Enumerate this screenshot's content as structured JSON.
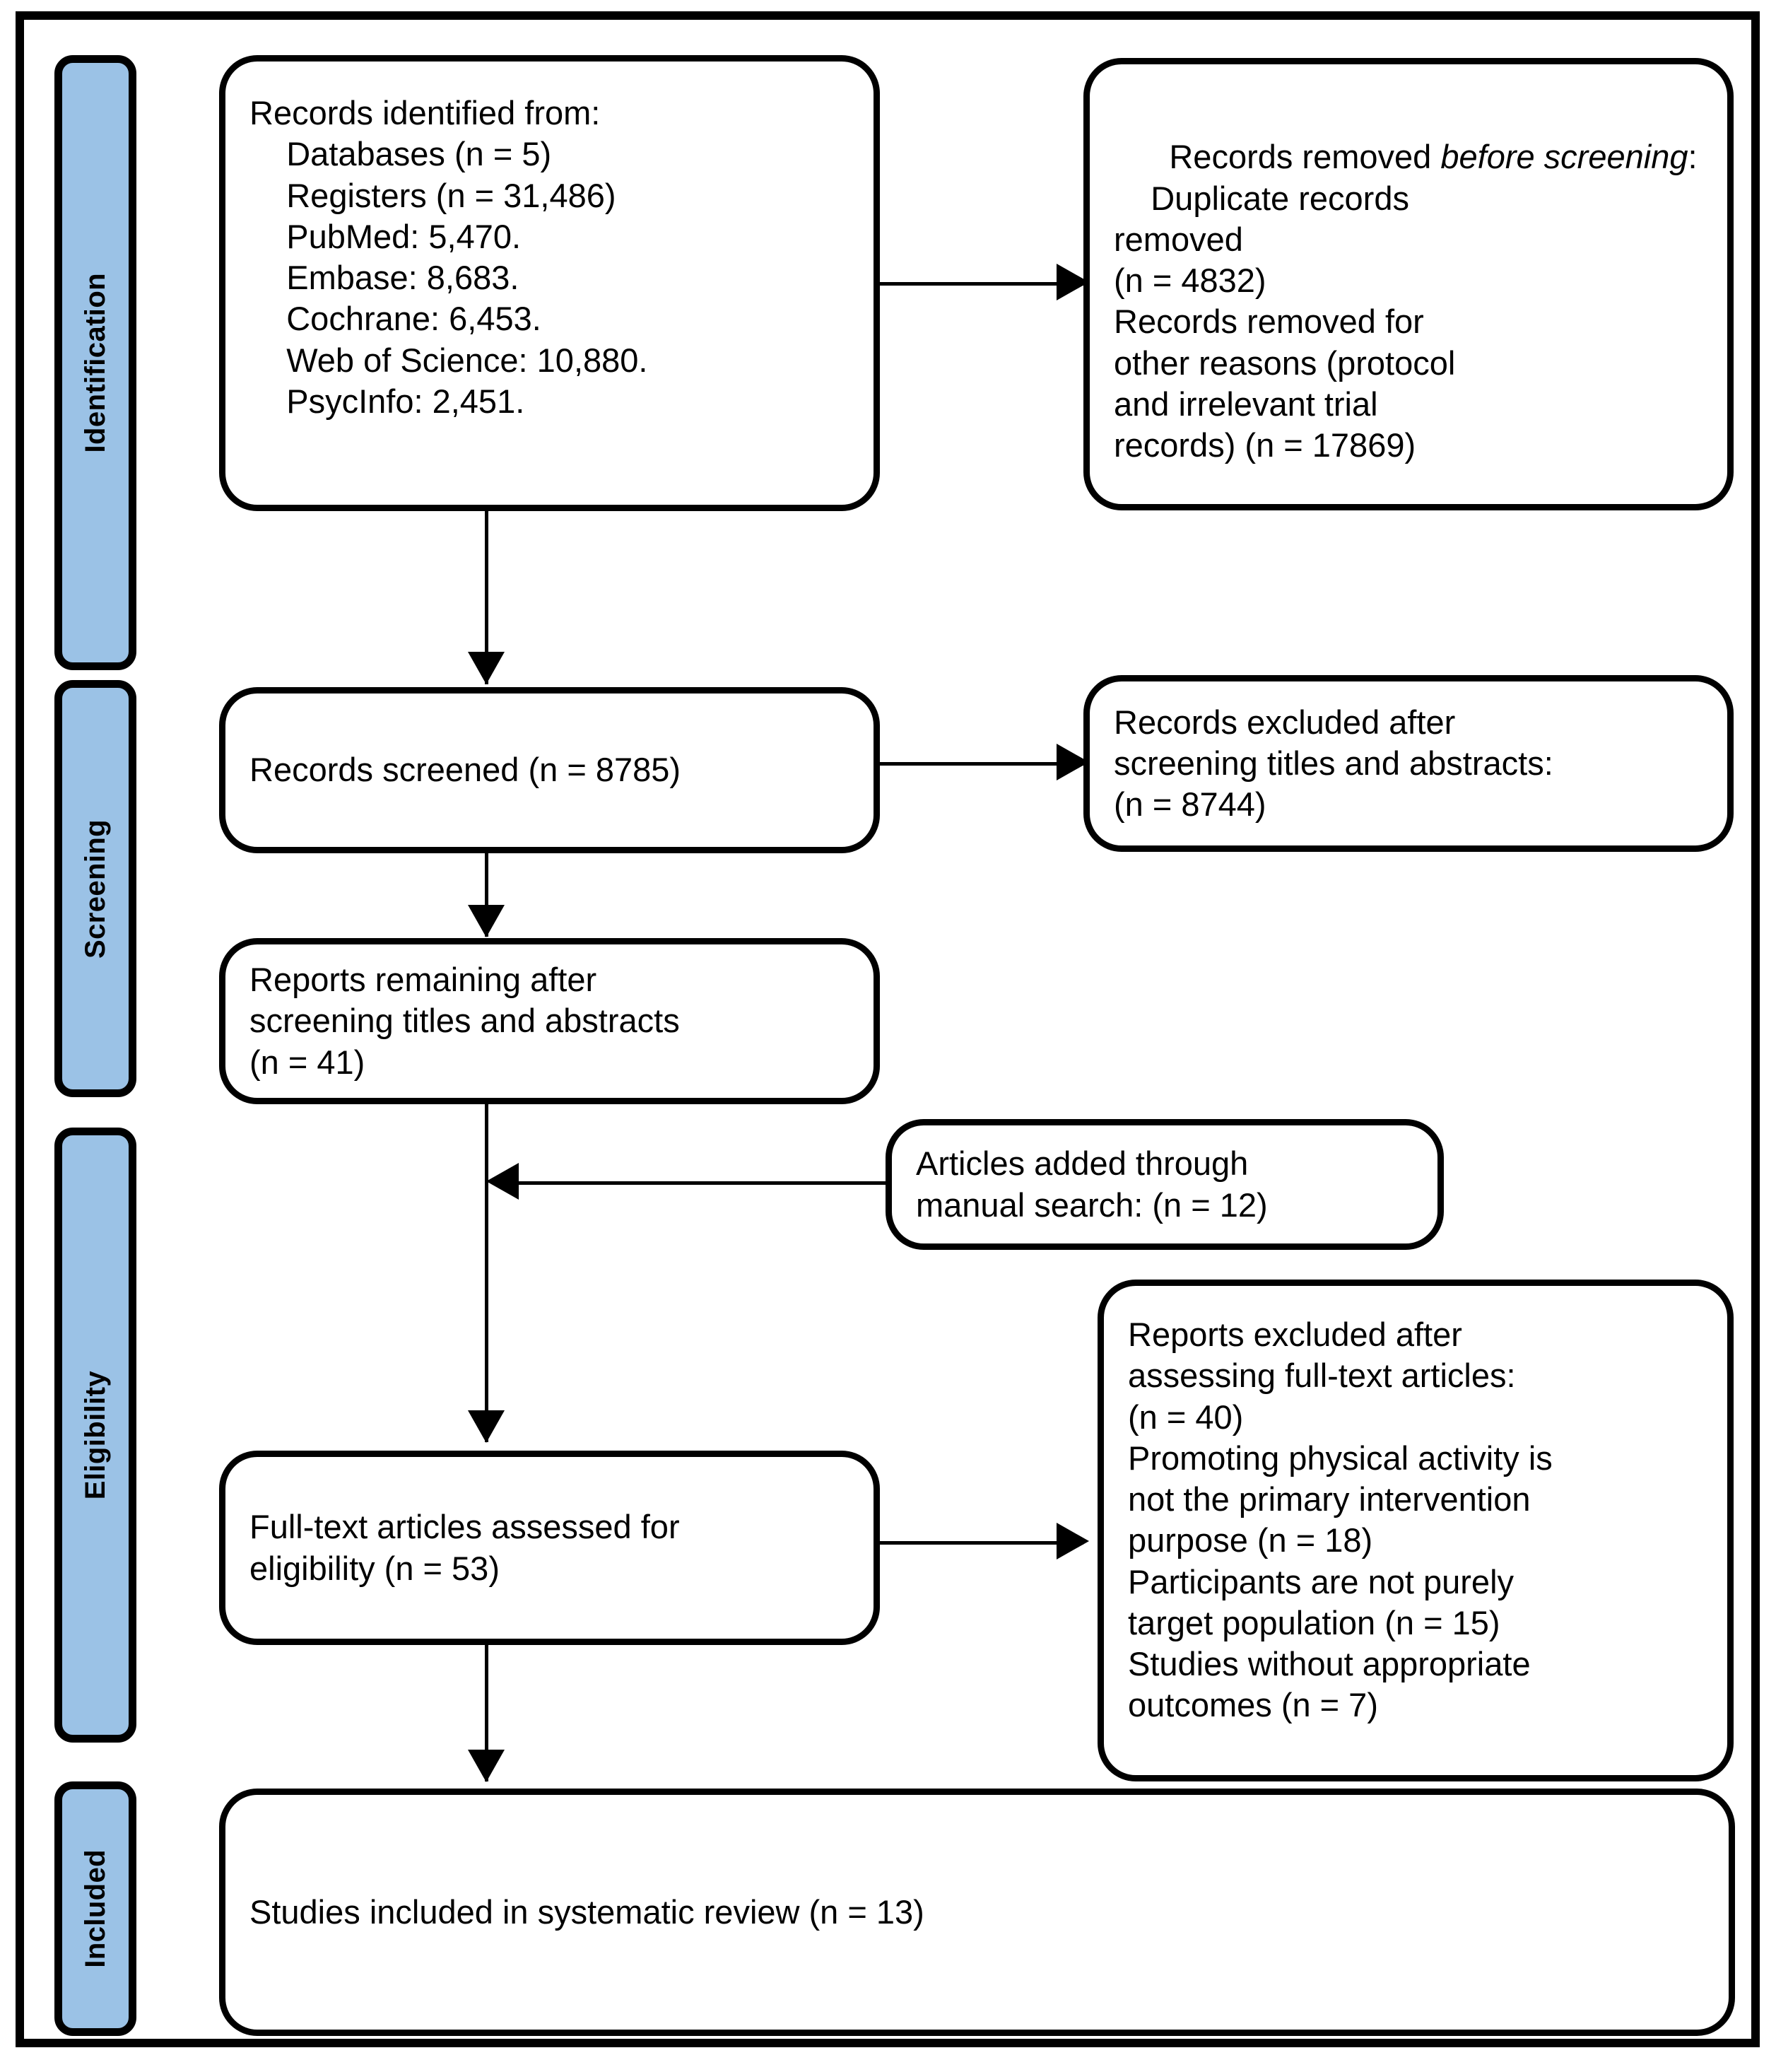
{
  "diagram": {
    "title": "PRISMA flow diagram",
    "type": "prisma-flow-diagram",
    "accent_color": "#9bc2e6",
    "line_color": "#000000",
    "background_color": "#ffffff"
  },
  "stages": [
    {
      "id": "identification",
      "label": "Identification"
    },
    {
      "id": "screening",
      "label": "Screening"
    },
    {
      "id": "eligibility",
      "label": "Eligibility"
    },
    {
      "id": "included",
      "label": "Included"
    }
  ],
  "nodes": {
    "records_identified": {
      "id": "records-identified",
      "text": "Records identified from:\n    Databases (n = 5)\n    Registers (n = 31,486)\n    PubMed: 5,470.\n    Embase: 8,683.\n    Cochrane: 6,453.\n    Web of Science: 10,880.\n    PsycInfo: 2,451."
    },
    "records_removed_before_screening": {
      "id": "records-removed-before-screening",
      "lead": "Records removed ",
      "emphasis": "before screening",
      "after_emphasis": ":",
      "body": "\n    Duplicate records\nremoved\n(n = 4832)\nRecords removed for\nother reasons (protocol\nand irrelevant trial\nrecords) (n = 17869)"
    },
    "records_screened": {
      "id": "records-screened",
      "text": "Records screened (n = 8785)"
    },
    "records_excluded": {
      "id": "records-excluded",
      "text": "Records excluded after\nscreening titles and abstracts:\n(n = 8744)"
    },
    "reports_remaining": {
      "id": "reports-remaining",
      "text": "Reports remaining after\nscreening titles and abstracts\n(n = 41)"
    },
    "articles_added_manual": {
      "id": "articles-added-manual-search",
      "text": "Articles added through\nmanual search: (n = 12)"
    },
    "fulltext_assessed": {
      "id": "fulltext-articles-assessed",
      "text": "Full-text articles assessed for\neligibility (n = 53)"
    },
    "reports_excluded": {
      "id": "reports-excluded-fulltext",
      "text": "Reports excluded after\nassessing full-text articles:\n(n = 40)\nPromoting physical activity is\nnot the primary intervention\npurpose (n = 18)\nParticipants are not purely\ntarget population (n = 15)\nStudies without appropriate\noutcomes (n = 7)"
    },
    "studies_included": {
      "id": "studies-included",
      "text": "Studies included in systematic review (n = 13)"
    }
  },
  "counts": {
    "databases": 5,
    "registers": 31486,
    "pubmed": 5470,
    "embase": 8683,
    "cochrane": 6453,
    "web_of_science": 10880,
    "psycinfo": 2451,
    "duplicates_removed": 4832,
    "removed_other_reasons": 17869,
    "records_screened": 8785,
    "records_excluded_screening": 8744,
    "reports_remaining": 41,
    "manual_search_added": 12,
    "fulltext_assessed": 53,
    "reports_excluded_total": 40,
    "excluded_not_primary_intervention": 18,
    "excluded_not_target_population": 15,
    "excluded_no_appropriate_outcomes": 7,
    "studies_included": 13
  }
}
